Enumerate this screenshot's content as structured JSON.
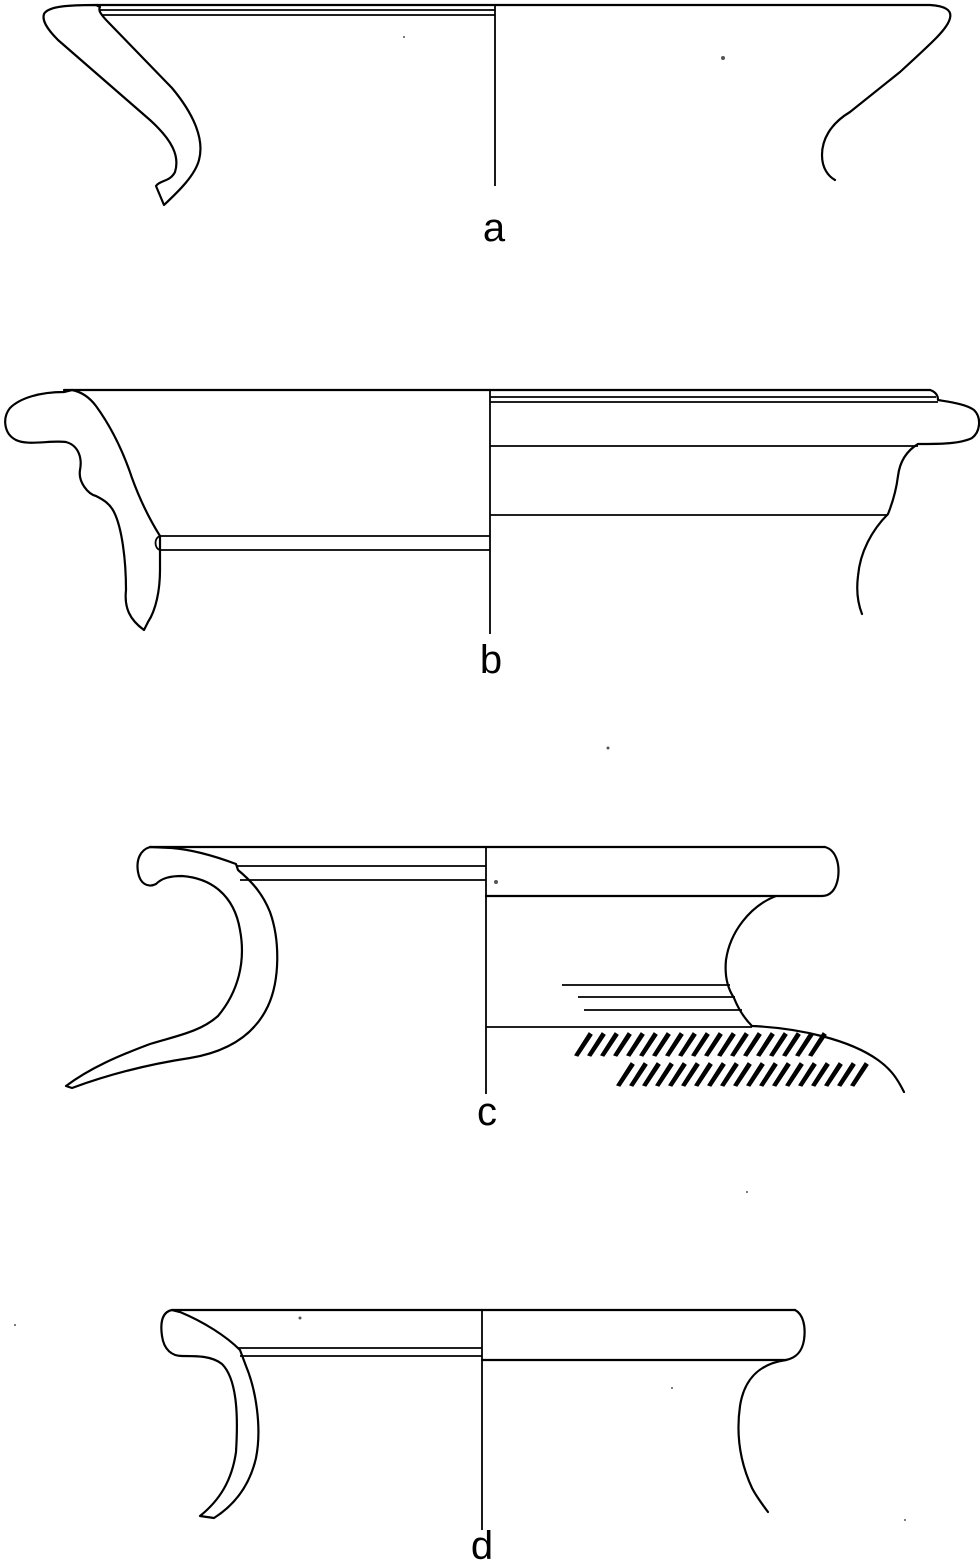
{
  "figures": [
    {
      "id": "a",
      "label": "a"
    },
    {
      "id": "b",
      "label": "b"
    },
    {
      "id": "c",
      "label": "c"
    },
    {
      "id": "d",
      "label": "d"
    }
  ],
  "colors": {
    "ink": "#000000",
    "paper": "#ffffff"
  }
}
